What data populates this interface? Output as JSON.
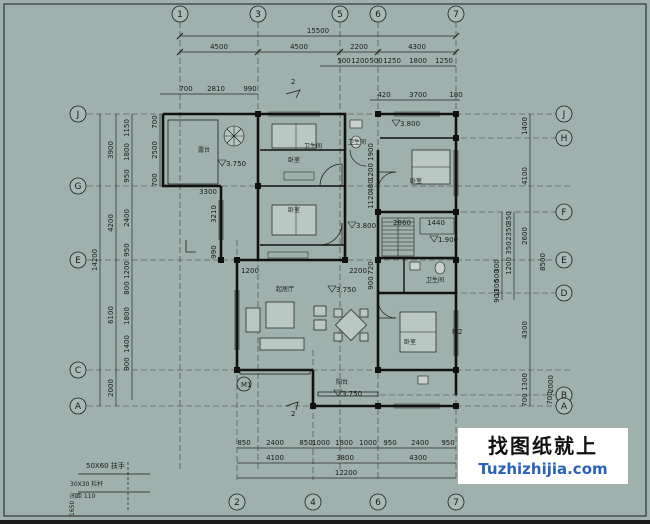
{
  "colors": {
    "background": "#9fb1ad",
    "wall": "#111111",
    "line": "#1c1c1c",
    "dim": "#2a2a2a",
    "frame": "#1a1a1a"
  },
  "grid_top": [
    "1",
    "3",
    "5",
    "6",
    "7"
  ],
  "grid_bottom": [
    "2",
    "4",
    "6",
    "7"
  ],
  "grid_left": [
    "J",
    "G",
    "E",
    "C",
    "A"
  ],
  "grid_right": [
    "J",
    "H",
    "F",
    "E",
    "D",
    "B",
    "A"
  ],
  "dims_top": {
    "overall": "15500",
    "row1": [
      "4500",
      "4500",
      "2200",
      "4300"
    ],
    "row2": [
      "500",
      "1200",
      "500",
      "1250",
      "1800",
      "1250"
    ],
    "row3a": [
      "700",
      "2810",
      "990"
    ],
    "row3b": [
      "420",
      "3700",
      "180"
    ]
  },
  "dims_bottom": {
    "row1": [
      "850",
      "2400",
      "850",
      "1000",
      "1800",
      "1000",
      "950",
      "2400",
      "950"
    ],
    "row2": [
      "4100",
      "3800",
      "4300"
    ],
    "overall": "12200"
  },
  "dims_left": {
    "overall": "14200",
    "col1": [
      "3900",
      "4200",
      "6100",
      "2000"
    ],
    "col2": [
      "1150",
      "1800",
      "950",
      "2400",
      "950",
      "1200",
      "800",
      "1800",
      "1400",
      "900"
    ],
    "col3": [
      "700",
      "2500",
      "700"
    ]
  },
  "dims_right": {
    "overall": "8500",
    "col1": [
      "1400",
      "4100",
      "2600",
      "4300",
      "1300",
      "700"
    ],
    "col2": [
      "350",
      "2350",
      "350",
      "1200",
      "300",
      "500",
      "1300",
      "900"
    ]
  },
  "interior_dims": [
    "3300",
    "3210",
    "990",
    "1200",
    "2200",
    "720",
    "900",
    "1120",
    "480",
    "1200",
    "2860",
    "1440",
    "1900",
    "700",
    "2000"
  ],
  "levels": [
    "3.750",
    "3.800",
    "3.800",
    "3.750",
    "3.750",
    "1.900"
  ],
  "room_labels": [
    "露台",
    "卧室",
    "卧室",
    "卫生间",
    "卧室",
    "卫生间",
    "起居厅",
    "卧室",
    "阳台",
    "卫生间"
  ],
  "section_marks": [
    "2",
    "2"
  ],
  "door_labels": [
    "M1",
    "M2"
  ],
  "legend": {
    "line1": "50X60 扶手",
    "line2": "30X30 栏杆",
    "line3": "间距 110",
    "line4": "1650"
  },
  "watermark": {
    "cn": "找图纸就上",
    "en": "Tuzhizhijia.com"
  }
}
